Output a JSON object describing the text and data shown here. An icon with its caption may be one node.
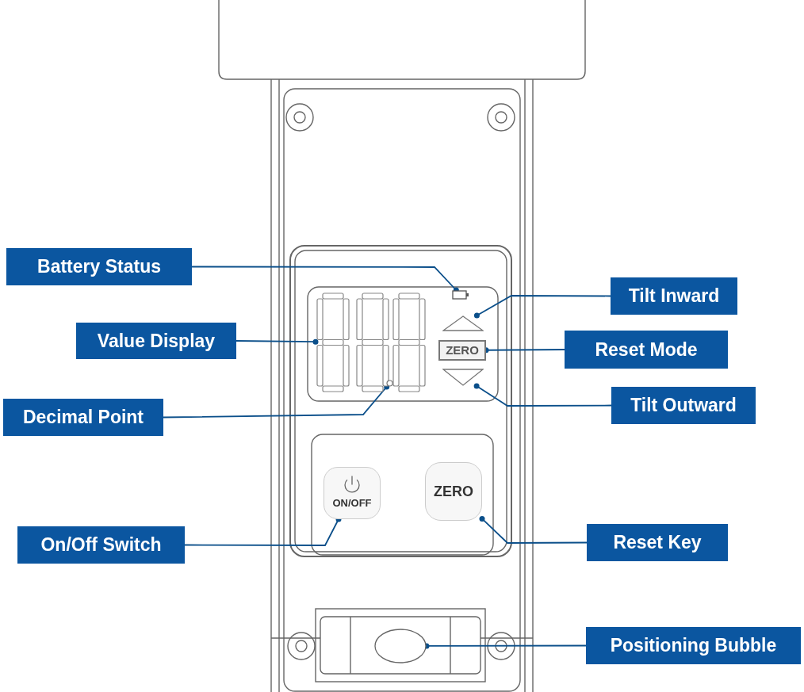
{
  "diagram": {
    "nodes": [
      {
        "text": [
          "Battery Status"
        ]
      },
      {
        "text": [],
        "shape": "battery"
      },
      {
        "text": [
          "Tilt Inward"
        ]
      },
      {
        "text": [],
        "shape": "triangle"
      },
      {
        "text": [
          "Value Display"
        ]
      },
      {
        "text": [],
        "shape": "digits"
      },
      {
        "text": [
          "ZERO"
        ]
      },
      {
        "text": [
          "Reset Mode"
        ]
      },
      {
        "text": [],
        "shape": "triangle"
      },
      {
        "text": [
          "Tilt Outward"
        ]
      },
      {
        "text": [
          "Decimal Point"
        ]
      },
      {
        "text": [],
        "shape": "circle",
        "in": 5
      },
      {
        "text": [
          "ON/OFF"
        ]
      },
      {
        "text": [
          "ZERO"
        ]
      },
      {
        "text": [
          "On/Off Switch"
        ]
      },
      {
        "text": [
          "Reset Key"
        ]
      },
      {
        "text": [],
        "shape": "ellipse"
      },
      {
        "text": [
          "Positioning Bubble"
        ]
      }
    ],
    "edges": [
      {
        "from": 0,
        "to": 1,
        "arrow": "other"
      },
      {
        "from": 2,
        "to": 3,
        "arrow": "other"
      },
      {
        "from": 4,
        "to": 5,
        "arrow": "other"
      },
      {
        "from": 7,
        "to": 6,
        "arrow": "other"
      },
      {
        "from": 9,
        "to": 8,
        "arrow": "other"
      },
      {
        "from": 10,
        "to": 11,
        "arrow": "other"
      },
      {
        "from": 14,
        "to": 12,
        "arrow": "other"
      },
      {
        "from": 15,
        "to": 13,
        "arrow": "other"
      },
      {
        "from": 17,
        "to": 16,
        "arrow": "other"
      }
    ]
  }
}
